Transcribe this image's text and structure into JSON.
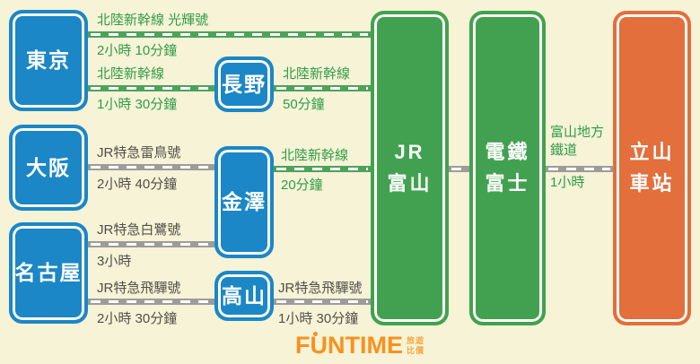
{
  "stations": {
    "tokyo": {
      "label": "東京"
    },
    "osaka": {
      "label": "大阪"
    },
    "nagoya": {
      "label": "名古屋"
    },
    "nagano": {
      "label": "長野"
    },
    "kanazawa": {
      "label": "金澤"
    },
    "takayama": {
      "label": "高山"
    },
    "jr_toyama": {
      "line1": "JR",
      "line2": "富山"
    },
    "dentetsu_fuji": {
      "line1": "電鐵",
      "line2": "富士"
    },
    "tateyama": {
      "line1": "立山",
      "line2": "車站"
    }
  },
  "routes": {
    "tokyo_jrtoyama": {
      "train": "北陸新幹線 光輝號",
      "duration": "2小時 10分鐘",
      "line_type": "shinkansen-green"
    },
    "tokyo_nagano": {
      "train": "北陸新幹線",
      "duration": "1小時 30分鐘",
      "line_type": "shinkansen-green"
    },
    "nagano_jrtoyama": {
      "train": "北陸新幹線",
      "duration": "50分鐘",
      "line_type": "shinkansen-green"
    },
    "osaka_kanazawa": {
      "train": "JR特急雷鳥號",
      "duration": "2小時 40分鐘",
      "line_type": "express-gray"
    },
    "kanazawa_jrtoyama": {
      "train": "北陸新幹線",
      "duration": "20分鐘",
      "line_type": "shinkansen-green"
    },
    "nagoya_kanazawa": {
      "train": "JR特急白鷺號",
      "duration": "3小時",
      "line_type": "express-gray"
    },
    "nagoya_takayama": {
      "train": "JR特急飛驒號",
      "duration": "2小時 30分鐘",
      "line_type": "express-gray"
    },
    "takayama_jrtoyama": {
      "train": "JR特急飛驒號",
      "duration": "1小時 30分鐘",
      "line_type": "express-gray"
    },
    "dentetsu_tateyama": {
      "train": "富山地方鐵道",
      "duration": "1小時",
      "line_type": "local-gray-greentext"
    }
  },
  "brand": {
    "name_f": "F",
    "name_u": "U",
    "name_rest": "NTIME",
    "tagline_line1": "旅遊",
    "tagline_line2": "比價"
  },
  "colors": {
    "background": "#f6f3d6",
    "station_blue": "#1b87c6",
    "station_green": "#42a150",
    "station_orange": "#e26f3c",
    "line_green": "#4da25c",
    "line_gray": "#9c9c9c",
    "label_green": "#2f9c49",
    "label_dark": "#514f4a",
    "logo_orange": "#f6921e"
  }
}
